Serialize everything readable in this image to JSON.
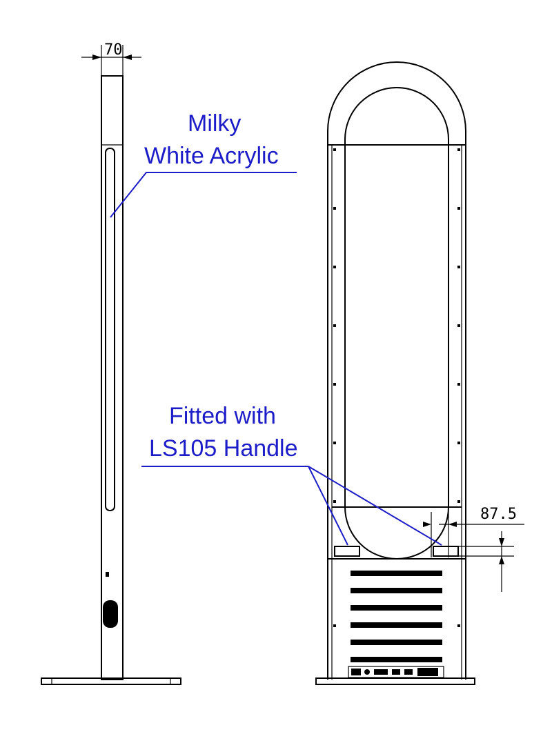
{
  "colors": {
    "annotation": "#1c1cc8",
    "outline": "#000000"
  },
  "side_view": {
    "width_dimension": "70"
  },
  "front_view": {
    "side_dimension": "87.5"
  },
  "annotations": {
    "acrylic_line1": "Milky",
    "acrylic_line2": "White Acrylic",
    "handle_line1": "Fitted with",
    "handle_line2": "LS105 Handle"
  }
}
